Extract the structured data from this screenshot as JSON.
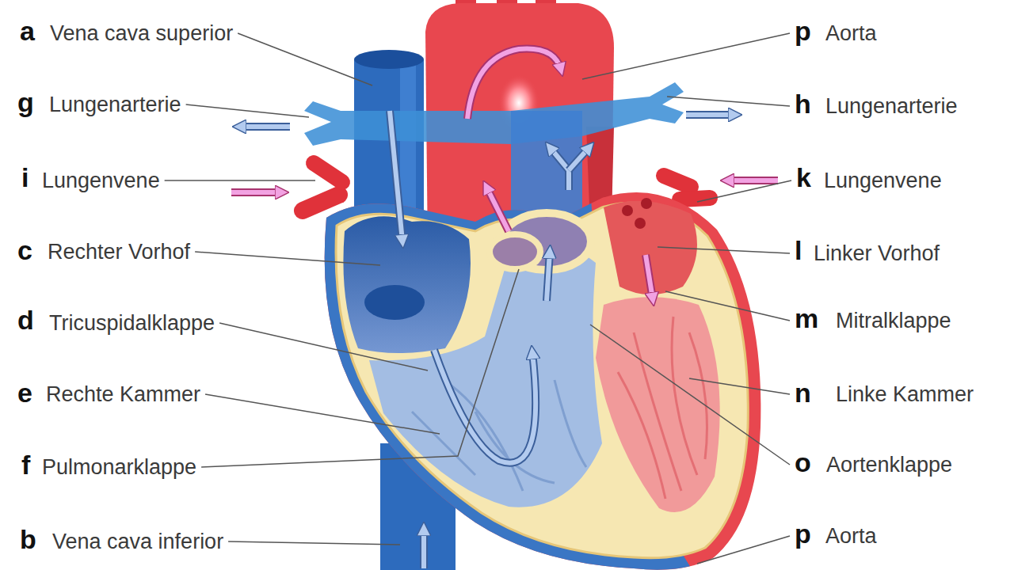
{
  "diagram": {
    "labels": [
      "a",
      "Vena cava superior",
      "p",
      "Aorta",
      "g",
      "Lungenarterie",
      "h",
      "Lungenarterie",
      "i",
      "Lungenvene",
      "k",
      "Lungenvene",
      "c",
      "Rechter Vorhof",
      "l",
      "Linker Vorhof",
      "d",
      "Tricuspidalklappe",
      "m",
      "Mitralklappe",
      "e",
      "Rechte Kammer",
      "n",
      "Linke Kammer",
      "f",
      "Pulmonarklappe",
      "o",
      "Aortenklappe",
      "b",
      "Vena cava inferior",
      "p",
      "Aorta"
    ]
  }
}
